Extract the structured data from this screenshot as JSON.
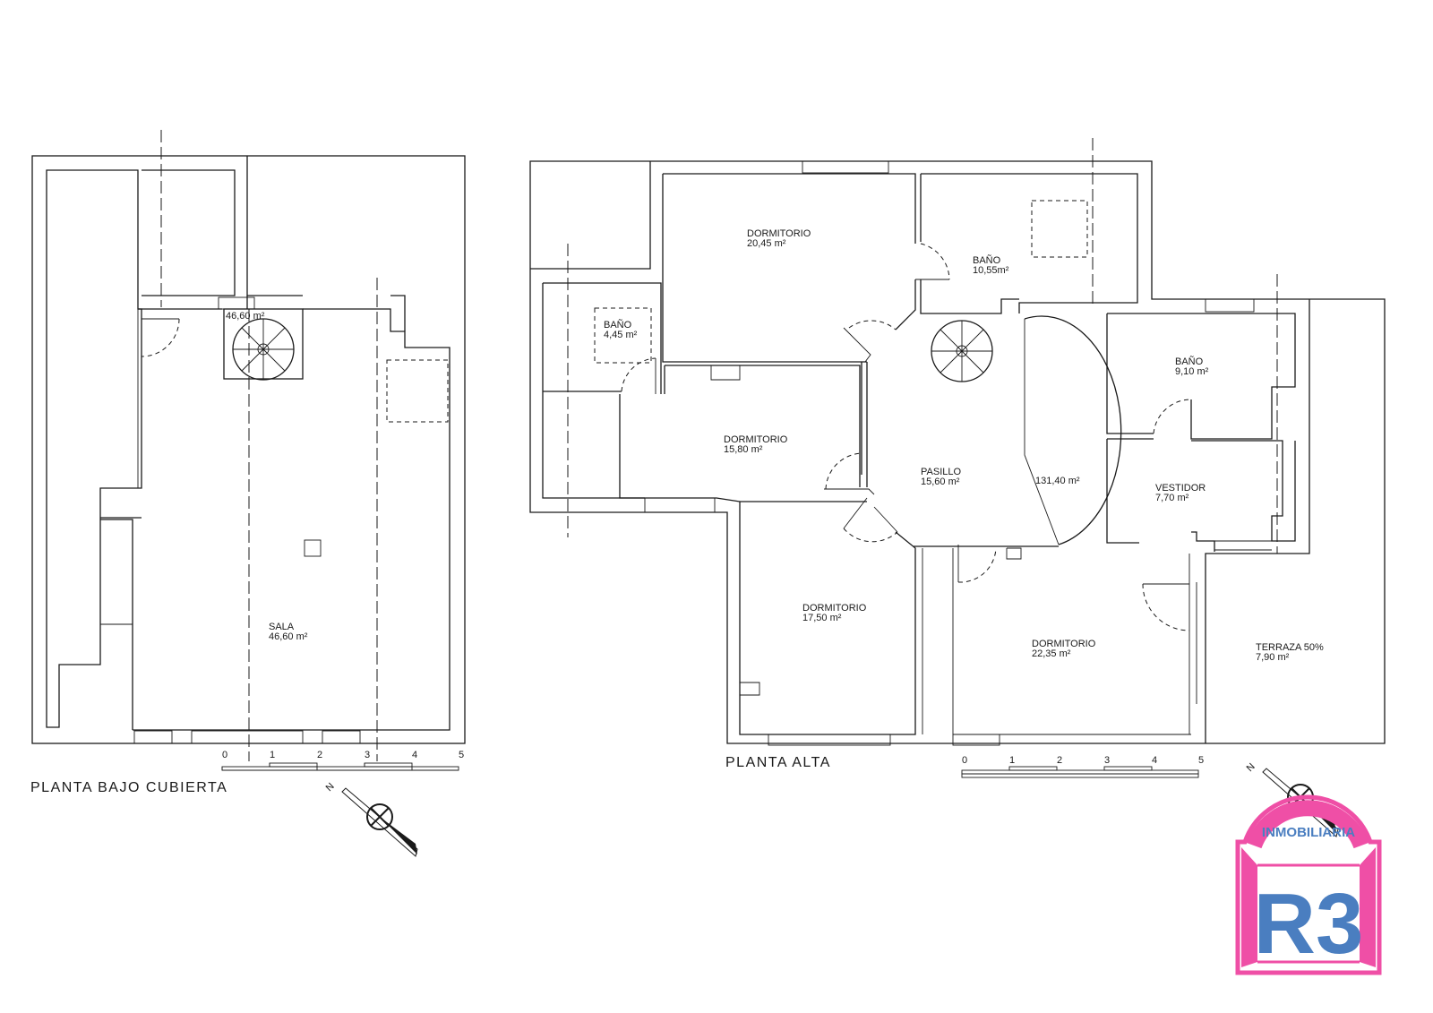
{
  "plans": {
    "bajo_cubierta": {
      "title": "PLANTA BAJO CUBIERTA",
      "stair_label": "46,60 m²",
      "rooms": [
        {
          "name": "SALA",
          "area": "46,60 m²"
        }
      ]
    },
    "alta": {
      "title": "PLANTA ALTA",
      "total_label": "131,40 m²",
      "rooms": [
        {
          "name": "DORMITORIO",
          "area": "20,45 m²"
        },
        {
          "name": "BAÑO",
          "area": "10,55m²"
        },
        {
          "name": "BAÑO",
          "area": "4,45 m²"
        },
        {
          "name": "DORMITORIO",
          "area": "15,80 m²"
        },
        {
          "name": "PASILLO",
          "area": "15,60 m²"
        },
        {
          "name": "BAÑO",
          "area": "9,10 m²"
        },
        {
          "name": "VESTIDOR",
          "area": "7,70 m²"
        },
        {
          "name": "DORMITORIO",
          "area": "17,50 m²"
        },
        {
          "name": "DORMITORIO",
          "area": "22,35 m²"
        },
        {
          "name": "TERRAZA 50%",
          "area": "7,90 m²"
        }
      ]
    }
  },
  "scale_bar": {
    "ticks": [
      "0",
      "1",
      "2",
      "3",
      "4",
      "5"
    ]
  },
  "north_symbol": {
    "letter": "N",
    "icon": "north-arrow-icon"
  },
  "logo": {
    "icon": "r3-arch-logo-icon",
    "top_text": "INMOBILIARIA",
    "mark": "R3",
    "colors": {
      "pink": "#ef4fa6",
      "blue": "#4a7ec0"
    }
  }
}
